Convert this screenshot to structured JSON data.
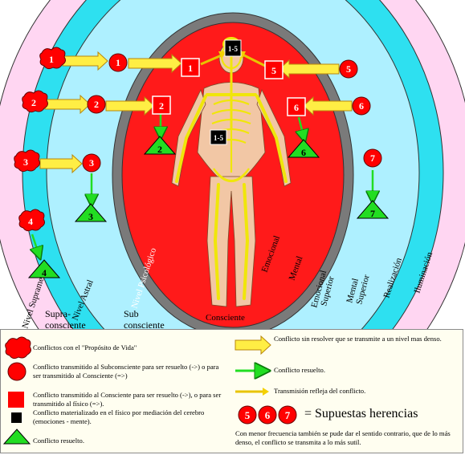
{
  "colors": {
    "supramental": "#ffd6f2",
    "astral": "#2ee0f0",
    "subconsciente": "#aef0ff",
    "psicologico": "#7a7a7a",
    "consciente": "#ff1a1a",
    "marker": "#ff0000",
    "triangle": "#22dd22",
    "arrow_conflict": "#ffee44",
    "arrow_resolved": "#22dd22",
    "skeleton": "#f0e60a"
  },
  "levels": {
    "nivel_supramental": "Nivel Supramental",
    "nivel_astral": "Nivel Astral",
    "nivel_psicologico": "Nivel Psicológico",
    "supraconsciente_1": "Supra-",
    "supraconsciente_2": "consciente",
    "subconsciente_1": "Sub",
    "subconsciente_2": "consciente",
    "consciente": "Consciente",
    "emocional": "Emocional",
    "mental": "Mental",
    "emocional_superior_1": "Emocional",
    "emocional_superior_2": "Superior",
    "mental_superior_1": "Mental",
    "mental_superior_2": "Superior",
    "realizacion": "Realización",
    "iluminacion": "Iluminación"
  },
  "markers": {
    "n1": "1",
    "n2": "2",
    "n3": "3",
    "n4": "4",
    "n5": "5",
    "n6": "6",
    "n7": "7",
    "brain": "1-5",
    "body": "1-5"
  },
  "legend": {
    "cloud_text": "Conflictos con el \"Propósito de Vida\"",
    "circle_text": "Conflicto transmitido al Subconsciente para ser resuelto (->) o para ser transmitido al Consciente (=>)",
    "square_text": "Conflicto transmitido al Consciente para ser resuelto (->), o para ser transmitido al físico (=>).",
    "black_text": "Conflicto materializado en el físico por mediación del cerebro (emociones - mente).",
    "triangle_text": "Conflicto resuelto.",
    "thick_arrow_text": "Conflicto sin resolver que se transmite a un nivel mas denso.",
    "green_arrow_text": "Conflicto resuelto.",
    "thin_arrow_text": "Transmisión refleja del conflicto.",
    "heritage_nums": [
      "5",
      "6",
      "7"
    ],
    "heritage_text": "= Supuestas herencias",
    "footer_text": "Con menor frecuencia también se pude dar el sentido contrario, que de lo más denso, el conflicto se transmita a lo más sutil."
  }
}
